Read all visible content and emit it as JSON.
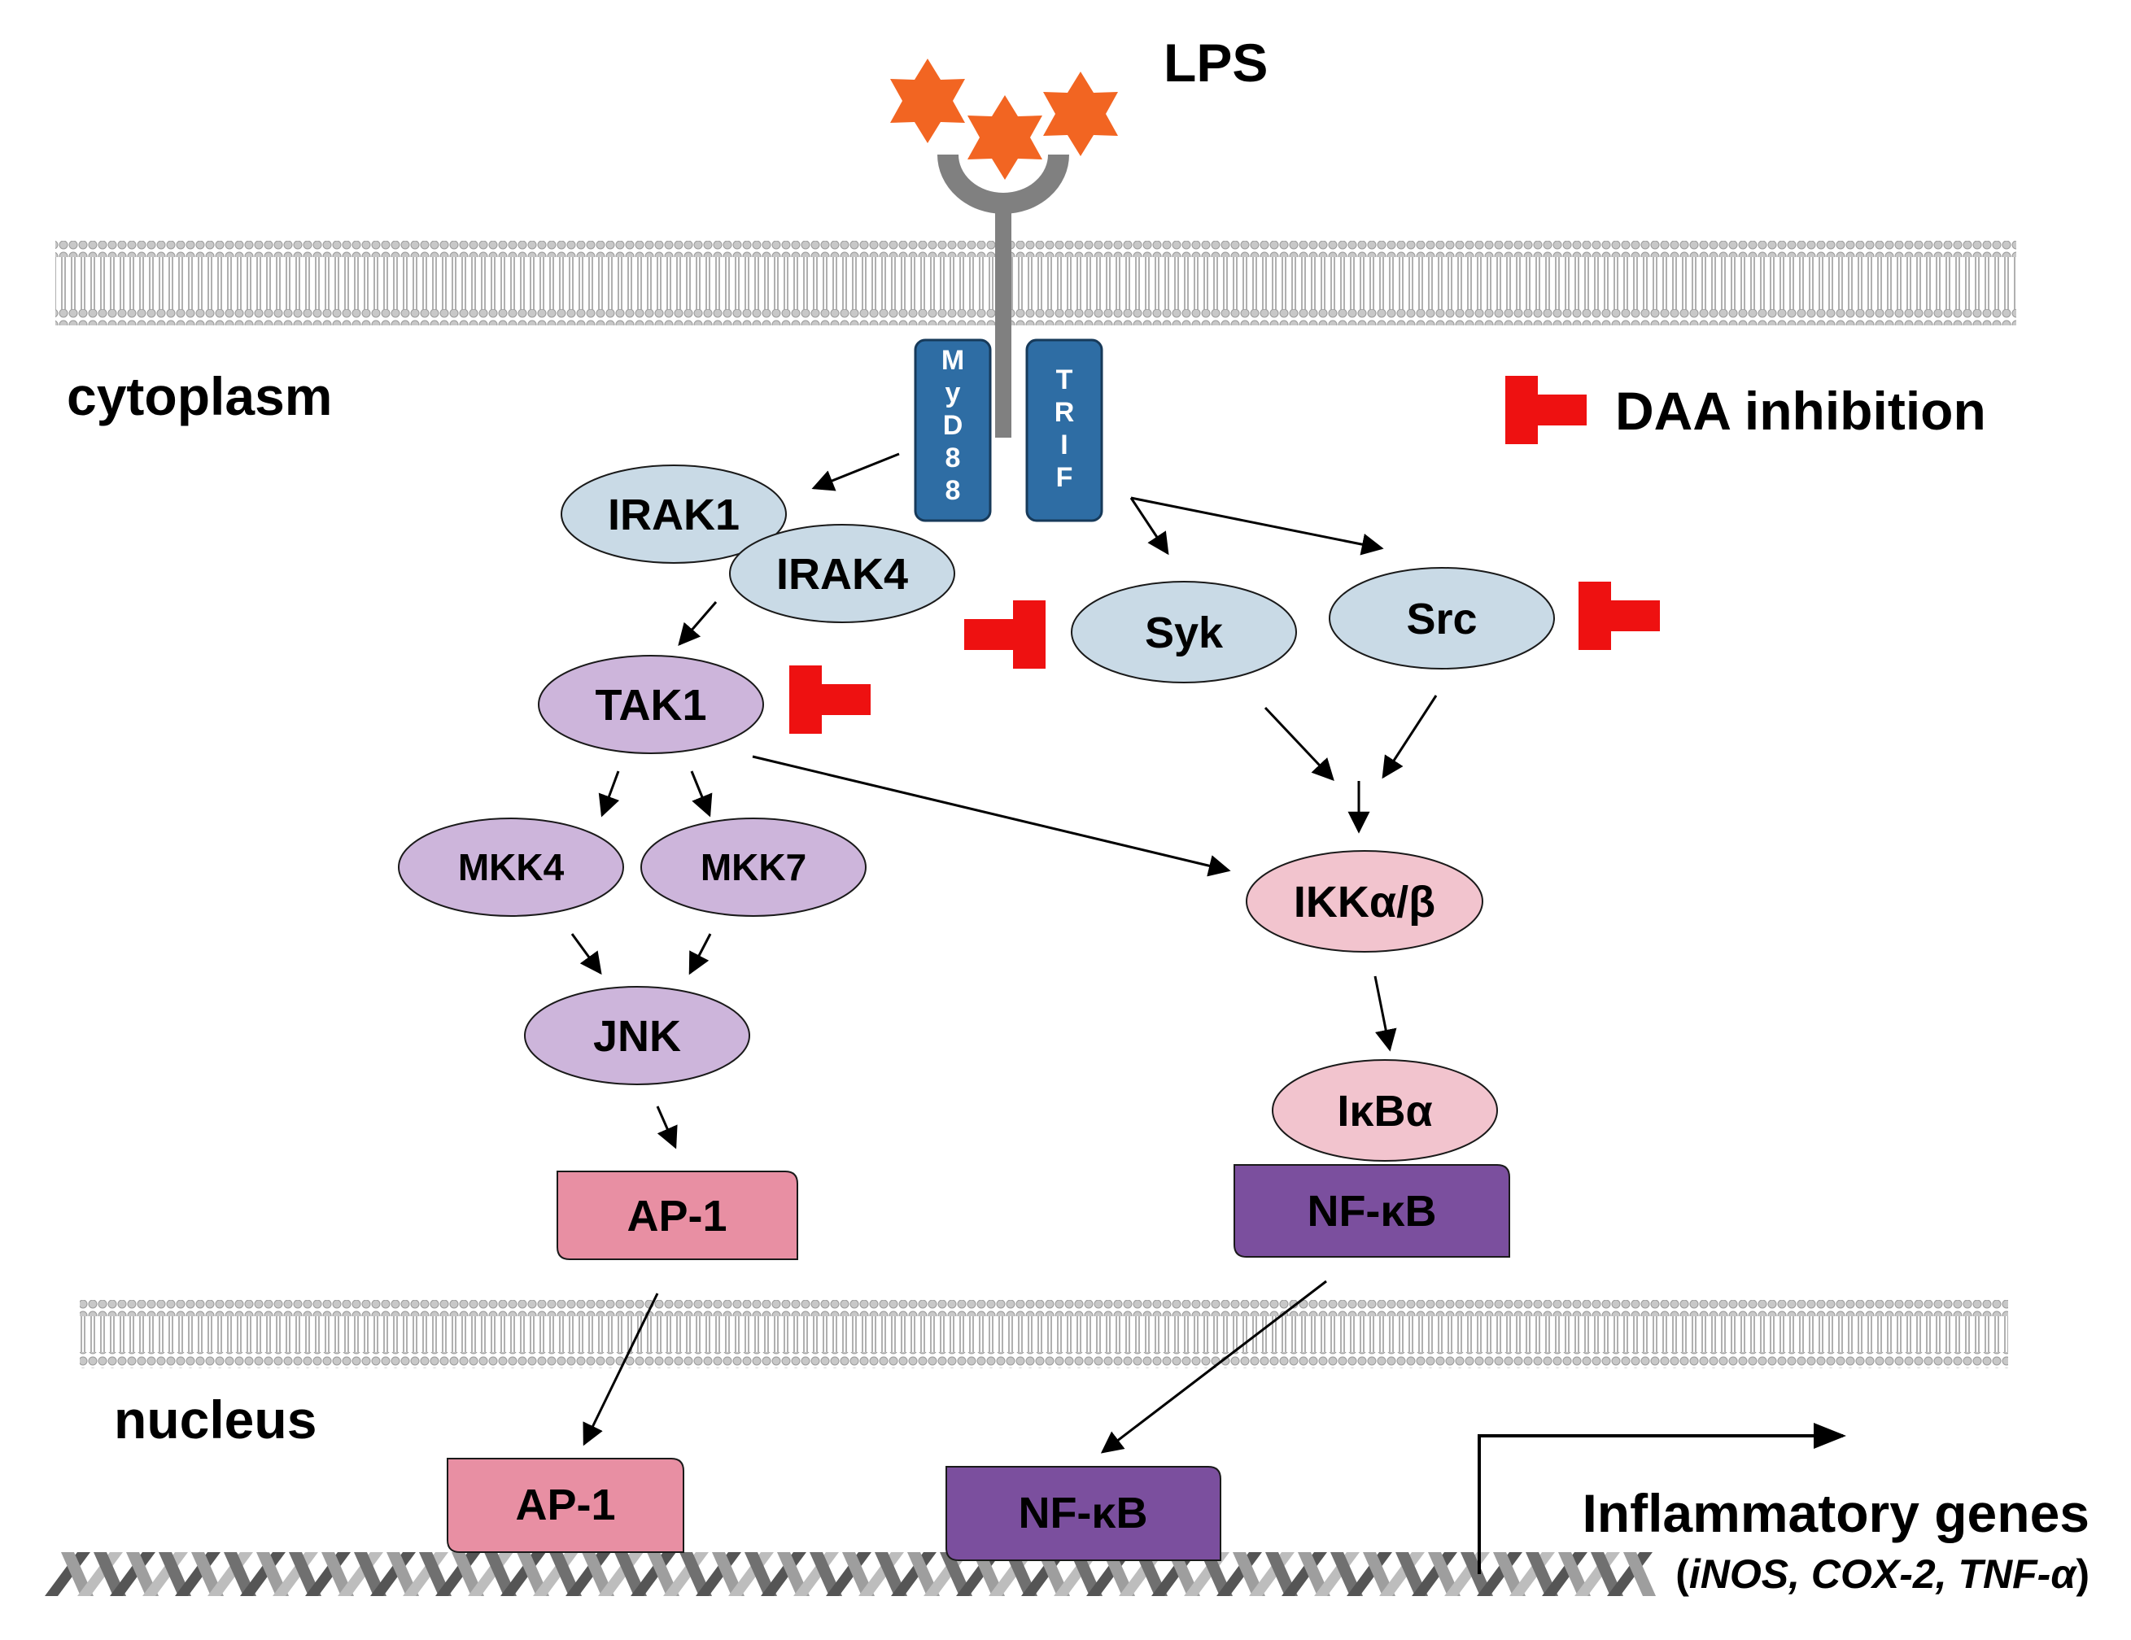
{
  "labels": {
    "lps": "LPS",
    "cytoplasm": "cytoplasm",
    "nucleus": "nucleus",
    "legend": "DAA inhibition",
    "genes_title": "Inflammatory genes",
    "genes_open": "(",
    "genes_list": "iNOS, COX-2, TNF-α",
    "genes_close": ")"
  },
  "adaptors": {
    "myd88": [
      "M",
      "y",
      "D",
      "8",
      "8"
    ],
    "trif": [
      "T",
      "R",
      "I",
      "F"
    ]
  },
  "nodes": {
    "irak1": "IRAK1",
    "irak4": "IRAK4",
    "syk": "Syk",
    "src": "Src",
    "tak1": "TAK1",
    "mkk4": "MKK4",
    "mkk7": "MKK7",
    "ikk": "IKKα/β",
    "jnk": "JNK",
    "ikba": "IκBα",
    "ap1_cyto": "AP-1",
    "nfkb_cyto": "NF-κB",
    "ap1_nuc": "AP-1",
    "nfkb_nuc": "NF-κB"
  },
  "colors": {
    "lps_star": "#F26522",
    "receptor": "#808080",
    "adaptor": "#2E6DA4",
    "blue_node": "#C9DAE6",
    "purple_node": "#CDB5DB",
    "pink_node": "#F2C4CE",
    "ap1_box": "#E88FA3",
    "nfkb_box": "#7B4F9E",
    "inhibition": "#EE1111",
    "membrane": "#D0D0D0"
  }
}
